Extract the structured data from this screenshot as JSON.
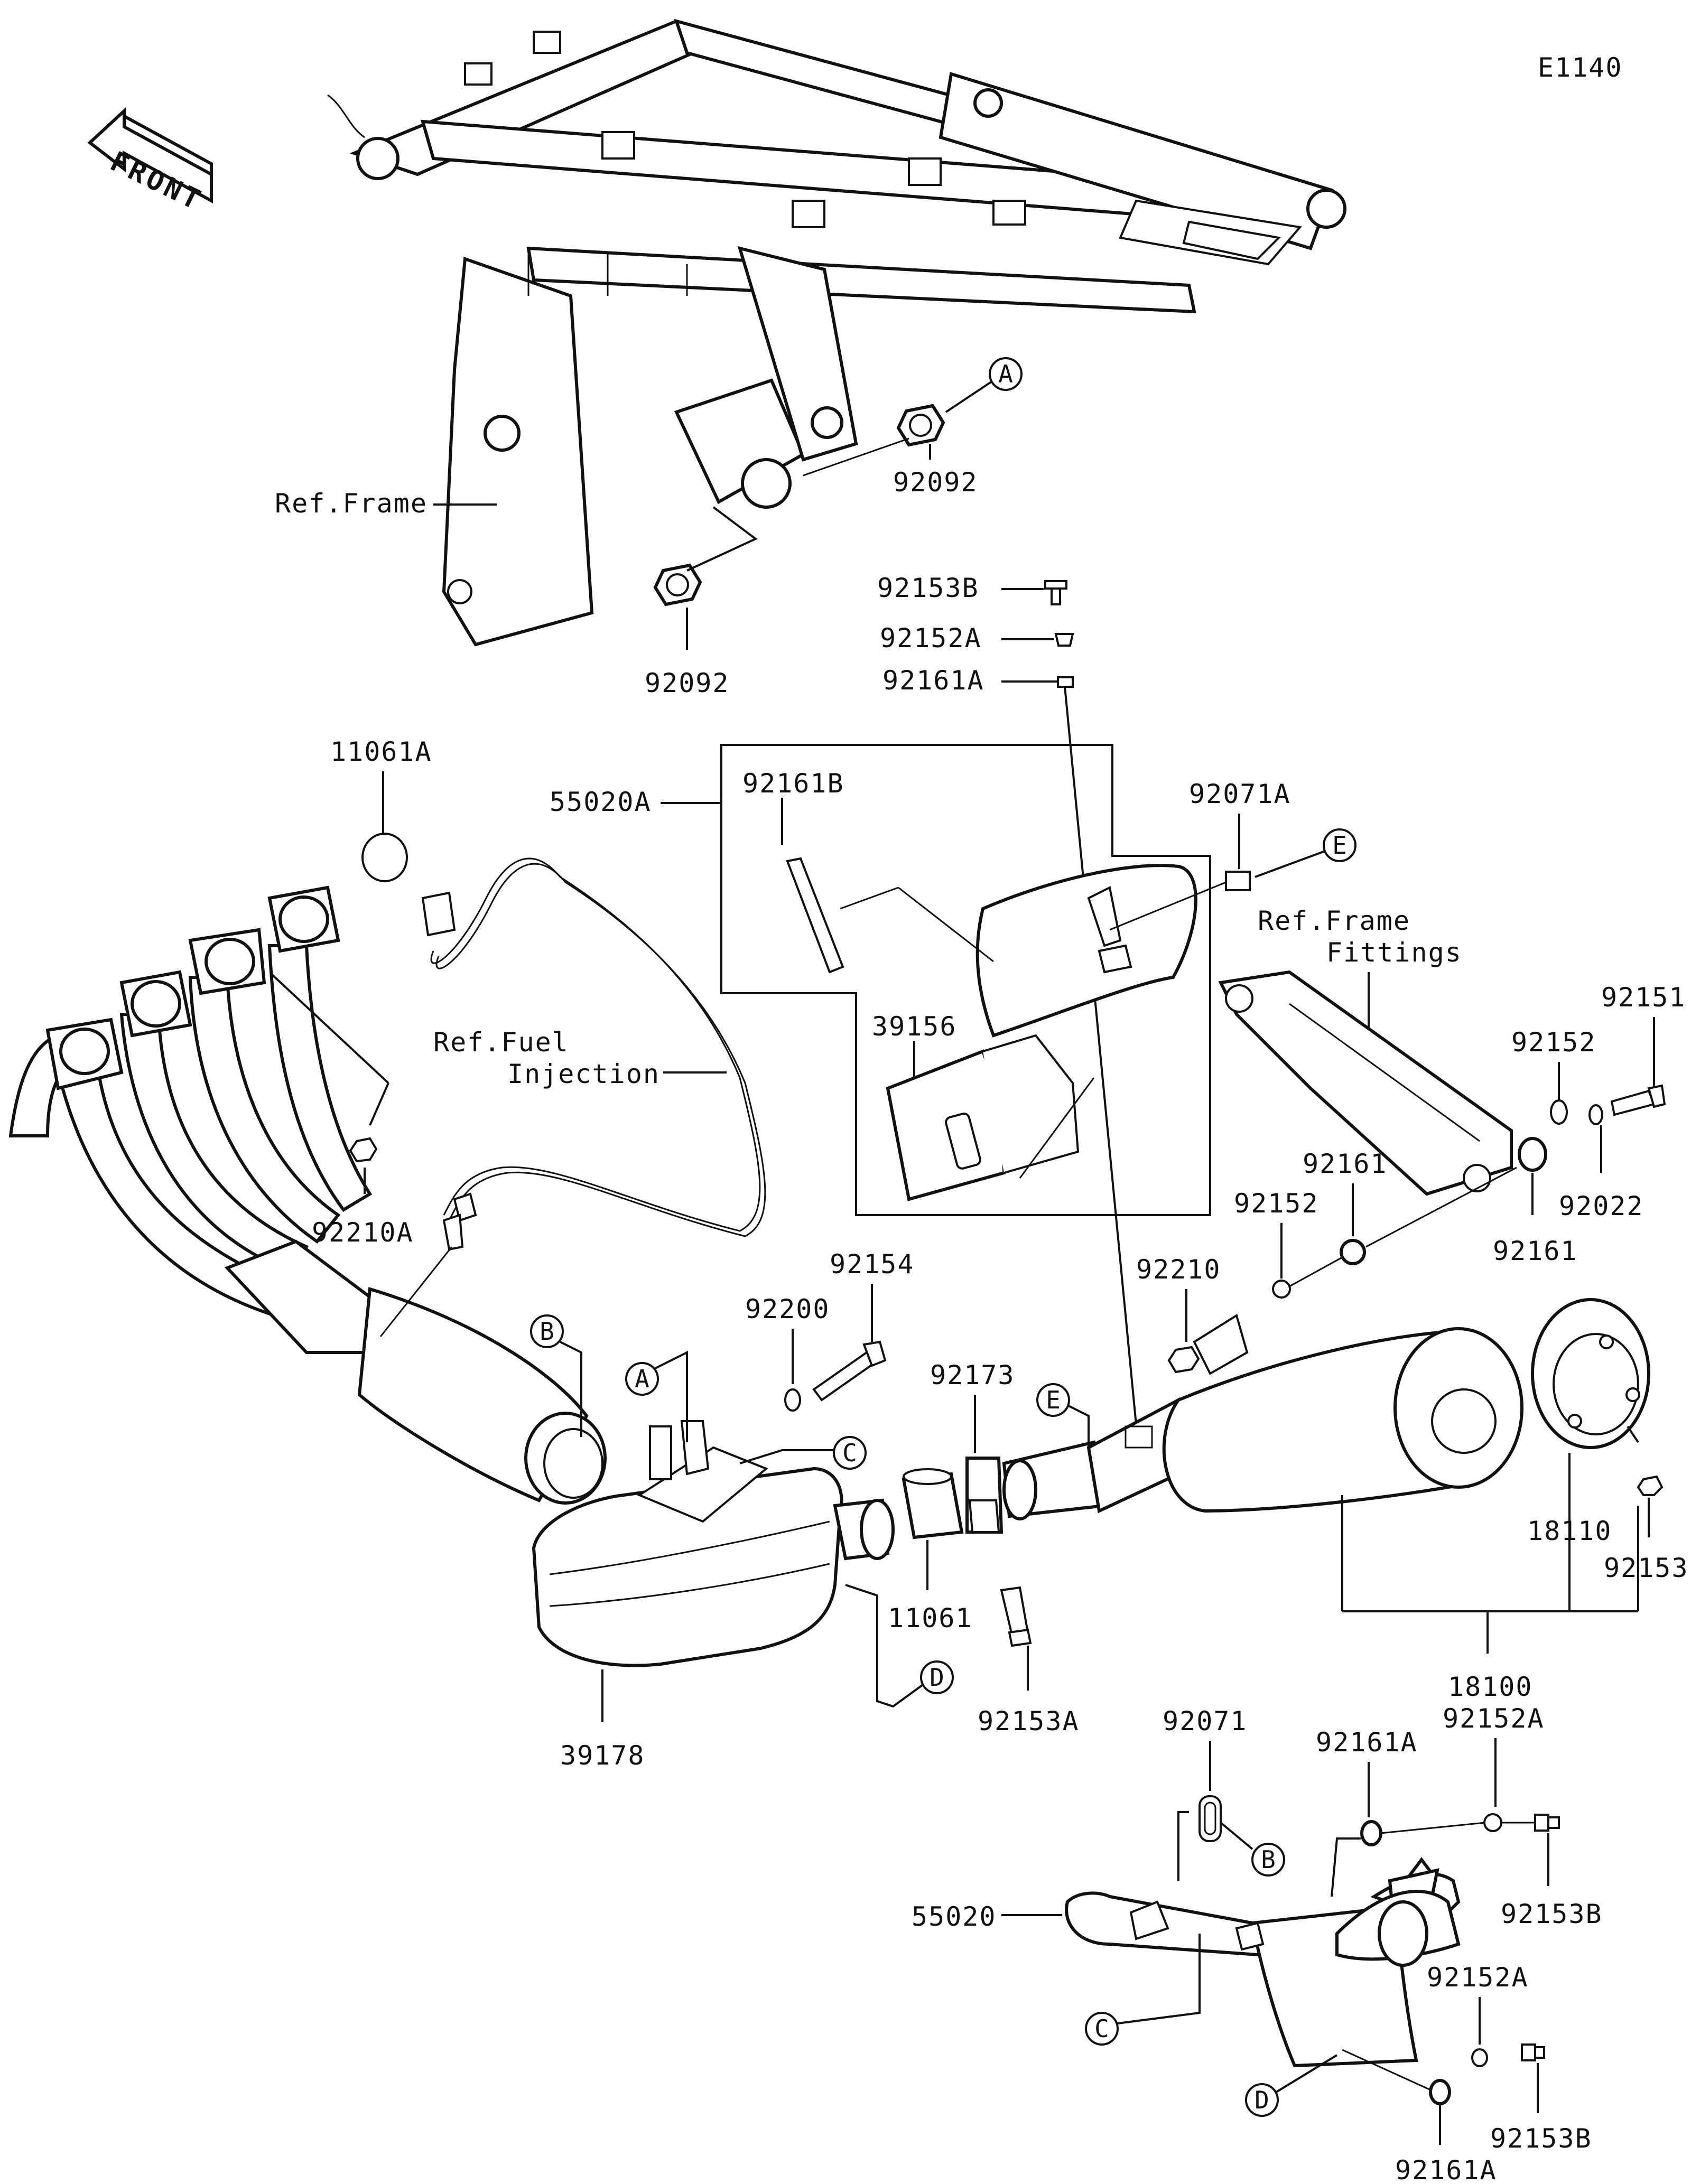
{
  "diagram_code": "E1140",
  "front_label": "FRONT",
  "ref_labels": {
    "frame": "Ref.Frame",
    "fuel_injection_1": "Ref.Fuel",
    "fuel_injection_2": "Injection",
    "frame_fittings_1": "Ref.Frame",
    "frame_fittings_2": "Fittings"
  },
  "parts": {
    "p92092_upper": "92092",
    "p92092_lower": "92092",
    "p92153B_top": "92153B",
    "p92152A_top": "92152A",
    "p92161A_top": "92161A",
    "p55020A": "55020A",
    "p92161B": "92161B",
    "p92071A": "92071A",
    "p39156": "39156",
    "p11061A": "11061A",
    "p92210A": "92210A",
    "p92151": "92151",
    "p92152_right": "92152",
    "p92161_mid": "92161",
    "p92152_mid": "92152",
    "p92022": "92022",
    "p92161_right": "92161",
    "p92210": "92210",
    "p92154": "92154",
    "p92200": "92200",
    "p92173": "92173",
    "p11061": "11061",
    "p92153A": "92153A",
    "p39178": "39178",
    "p18110": "18110",
    "p92153": "92153",
    "p18100": "18100",
    "p92071": "92071",
    "p92161A_b1": "92161A",
    "p92152A_b1": "92152A",
    "p92153B_b1": "92153B",
    "p55020": "55020",
    "p92152A_b2": "92152A",
    "p92153B_b2": "92153B",
    "p92161A_b2": "92161A"
  },
  "callouts": {
    "A": "A",
    "B": "B",
    "C": "C",
    "D": "D",
    "E": "E"
  }
}
